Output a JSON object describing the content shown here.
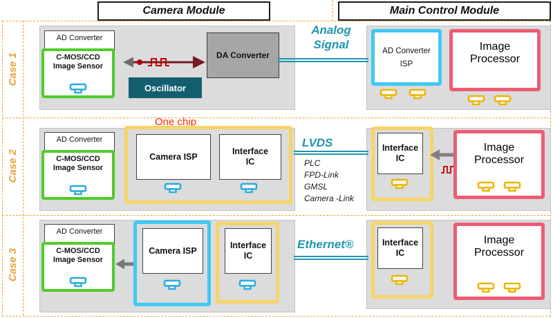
{
  "headers": {
    "camera_module": "Camera Module",
    "main_control_module": "Main Control Module"
  },
  "case1": {
    "label": "Case 1",
    "camera": {
      "ad_converter": "AD Converter",
      "image_sensor": "C-MOS/CCD Image Sensor",
      "oscillator": "Oscillator",
      "da_converter": "DA Converter"
    },
    "signal": {
      "label": "Analog Signal"
    },
    "main": {
      "adc_isp_line1": "AD Converter",
      "adc_isp_line2": "ISP",
      "image_processor": "Image Processor"
    }
  },
  "case2": {
    "label": "Case 2",
    "one_chip": "One chip",
    "camera": {
      "ad_converter": "AD Converter",
      "image_sensor": "C-MOS/CCD Image Sensor",
      "camera_isp": "Camera ISP",
      "interface_ic": "Interface IC"
    },
    "signal": {
      "label": "LVDS",
      "options": [
        "PLC",
        "FPD-Link",
        "GMSL",
        "Camera -Link"
      ]
    },
    "main": {
      "interface_ic": "Interface IC",
      "image_processor": "Image Processor"
    }
  },
  "case3": {
    "label": "Case 3",
    "camera": {
      "ad_converter": "AD Converter",
      "image_sensor": "C-MOS/CCD Image Sensor",
      "camera_isp": "Camera ISP",
      "interface_ic": "Interface IC"
    },
    "signal": {
      "label": "Ethernet®"
    },
    "main": {
      "interface_ic": "Interface IC",
      "image_processor": "Image Processor"
    }
  },
  "colors": {
    "accent_orange": "#E8A33B",
    "teal": "#1E95B0",
    "green_frame": "#4FCC2A",
    "cyan_frame": "#3FC8F4",
    "yellow_frame": "#F6D468",
    "red_frame": "#ED5C74",
    "red_text": "#FF2A00",
    "dark_red_arrow": "#7A1A22",
    "oscillator_bg": "#135F70",
    "connector_blue": "#29ABE2",
    "connector_yellow": "#EDB400"
  }
}
